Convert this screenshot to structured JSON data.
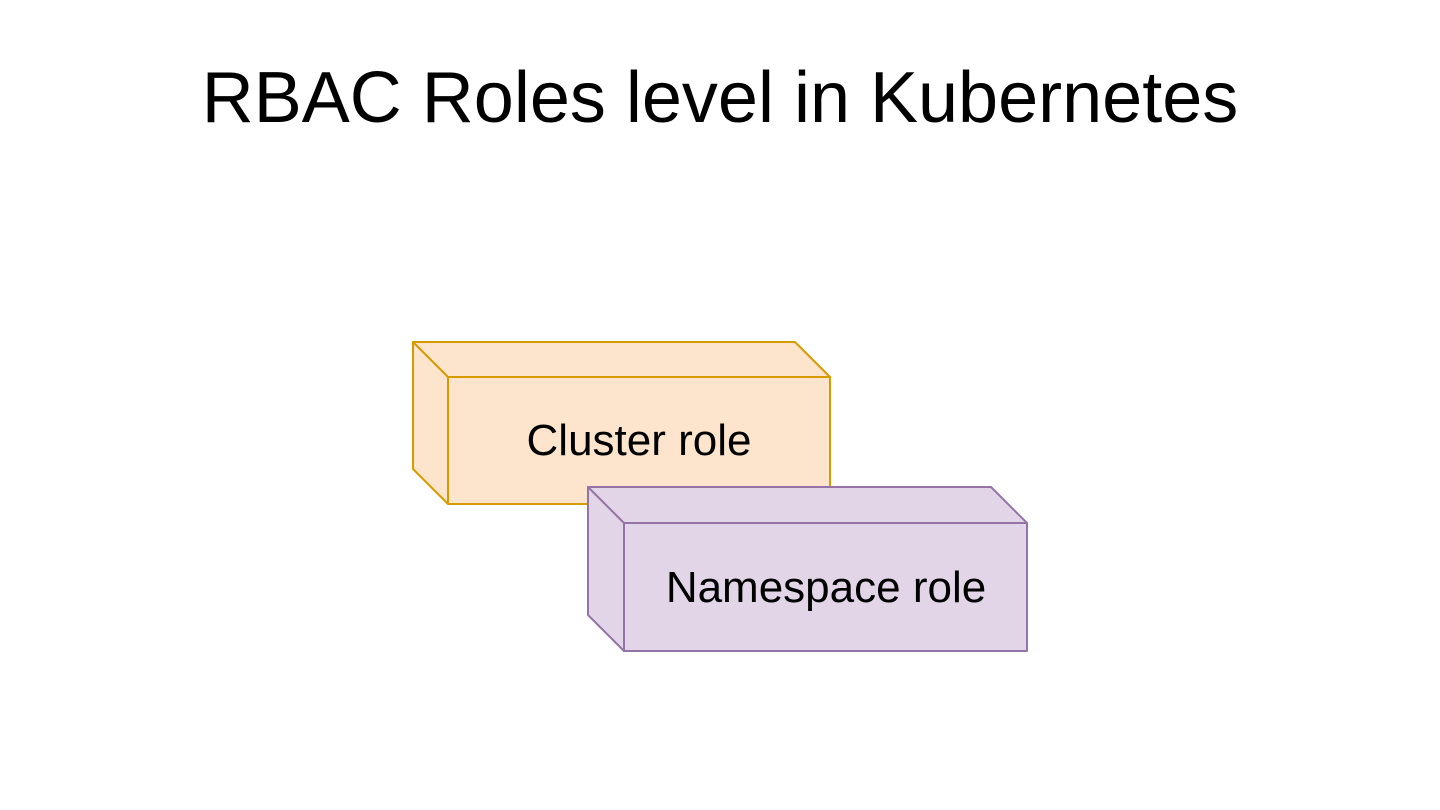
{
  "page": {
    "background_color": "#ffffff",
    "title": {
      "text": "RBAC Roles level in Kubernetes",
      "color": "#000000"
    }
  },
  "diagram": {
    "type": "3d-cube-diagram",
    "cubes": [
      {
        "id": "cluster-role",
        "label": "Cluster role",
        "fill": "#fce5cc",
        "stroke": "#d79b00",
        "label_color": "#000000"
      },
      {
        "id": "namespace-role",
        "label": "Namespace role",
        "fill": "#e1d5e7",
        "stroke": "#9673a6",
        "label_color": "#000000"
      }
    ]
  }
}
